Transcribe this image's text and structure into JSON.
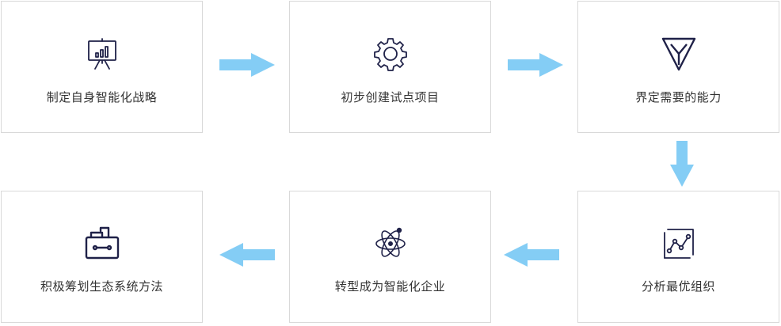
{
  "colors": {
    "arrow": "#84cdf5",
    "icon_stroke": "#1f2148",
    "border": "#d9d9d9",
    "text": "#333333"
  },
  "steps": [
    {
      "label": "制定自身智能化战略",
      "icon": "presentation-chart-icon"
    },
    {
      "label": "初步创建试点项目",
      "icon": "gear-icon"
    },
    {
      "label": "界定需要的能力",
      "icon": "triangle-gem-icon"
    },
    {
      "label": "分析最优组织",
      "icon": "chart-nodes-icon"
    },
    {
      "label": "转型成为智能化企业",
      "icon": "atom-icon"
    },
    {
      "label": "积极筹划生态系统方法",
      "icon": "toolbox-icon"
    }
  ]
}
